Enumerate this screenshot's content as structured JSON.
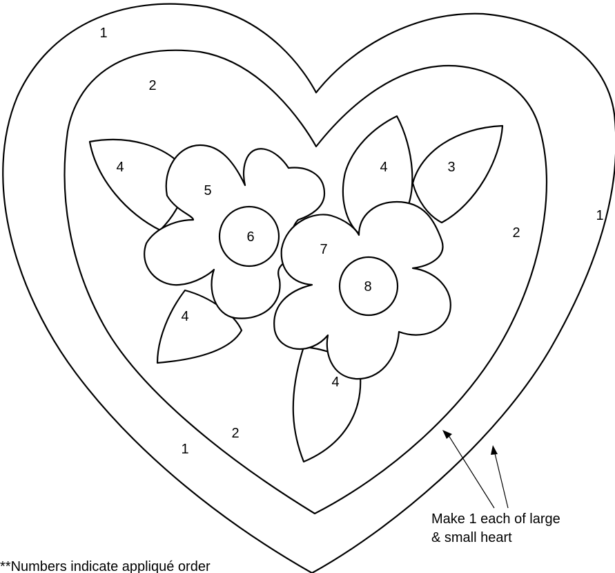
{
  "diagram": {
    "order_labels": {
      "large_heart_top": "1",
      "large_heart_right": "1",
      "large_heart_bottom": "1",
      "small_heart_top": "2",
      "small_heart_right": "2",
      "small_heart_bottom": "2",
      "leaf_top_left": "4",
      "leaf_top_middle": "4",
      "leaf_top_right": "3",
      "leaf_left_bottom": "4",
      "leaf_bottom": "4",
      "flower_left": "5",
      "flower_left_center": "6",
      "flower_right": "7",
      "flower_right_center": "8"
    },
    "callout": {
      "line1": "Make 1 each of large",
      "line2": "& small heart"
    },
    "footnote": "**Numbers indicate appliqué order"
  },
  "colors": {
    "stroke": "#000000",
    "fill": "#ffffff"
  }
}
